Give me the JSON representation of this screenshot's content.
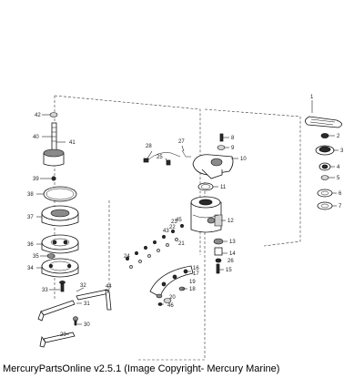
{
  "footer": {
    "caption": "MercuryPartsOnline v2.5.1 (Image Copyright- Mercury Marine)"
  },
  "callouts": [
    "1",
    "2",
    "3",
    "4",
    "5",
    "6",
    "7",
    "8",
    "9",
    "10",
    "11",
    "12",
    "13",
    "14",
    "15",
    "16",
    "17",
    "18",
    "19",
    "20",
    "21",
    "22",
    "23",
    "24",
    "25",
    "26",
    "27",
    "28",
    "29",
    "30",
    "31",
    "32",
    "33",
    "34",
    "35",
    "36",
    "37",
    "38",
    "39",
    "40",
    "41",
    "42",
    "43",
    "44",
    "45",
    "46"
  ]
}
